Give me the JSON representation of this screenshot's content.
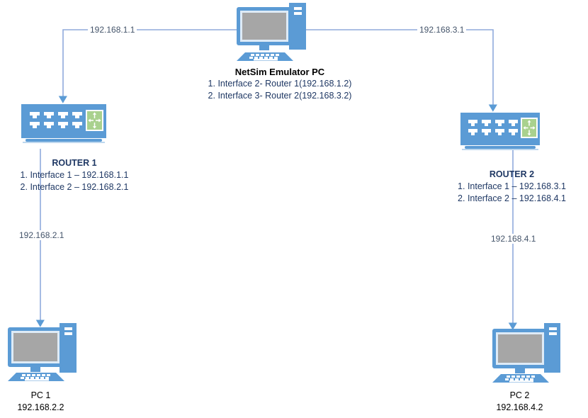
{
  "diagram": {
    "title": "Network topology with NetSim Emulator PC, two routers and two PCs",
    "colors": {
      "device_blue": "#5B9BD5",
      "device_light_blue": "#BDD7EE",
      "screen_gray": "#A6A6A6",
      "router_panel_green": "#A9D18E",
      "link_line": "#8FAADC",
      "label_dark_blue": "#1F3864",
      "link_label_text": "#44546A",
      "background": "#FFFFFF"
    },
    "nodes": [
      {
        "id": "emulator-pc",
        "icon": "desktop-computer-icon",
        "title": "NetSim Emulator PC",
        "lines": [
          "1. Interface 2- Router 1(192.168.1.2)",
          "2. Interface 3- Router 2(192.168.3.2)"
        ]
      },
      {
        "id": "router-1",
        "icon": "router-icon",
        "title": "ROUTER 1",
        "lines": [
          "1. Interface 1 – 192.168.1.1",
          "2. Interface 2 – 192.168.2.1"
        ]
      },
      {
        "id": "router-2",
        "icon": "router-icon",
        "title": "ROUTER 2",
        "lines": [
          "1. Interface 1 – 192.168.3.1",
          "2. Interface 2 – 192.168.4.1"
        ]
      },
      {
        "id": "pc-1",
        "icon": "desktop-computer-icon",
        "title": "PC 1",
        "lines": [
          "192.168.2.2"
        ]
      },
      {
        "id": "pc-2",
        "icon": "desktop-computer-icon",
        "title": "PC 2",
        "lines": [
          "192.168.4.2"
        ]
      }
    ],
    "links": [
      {
        "id": "link-emulator-router1",
        "label": "192.168.1.1",
        "from": "emulator-pc",
        "to": "router-1"
      },
      {
        "id": "link-emulator-router2",
        "label": "192.168.3.1",
        "from": "emulator-pc",
        "to": "router-2"
      },
      {
        "id": "link-router1-pc1",
        "label": "192.168.2.1",
        "from": "router-1",
        "to": "pc-1"
      },
      {
        "id": "link-router2-pc2",
        "label": "192.168.4.1",
        "from": "router-2",
        "to": "pc-2"
      }
    ]
  }
}
